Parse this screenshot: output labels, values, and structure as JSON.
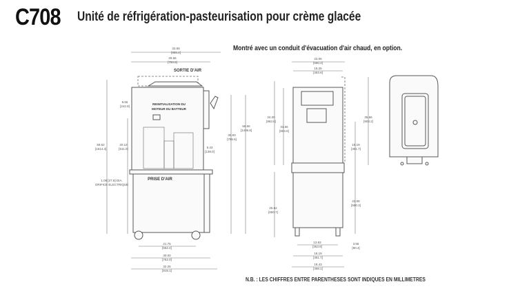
{
  "header": {
    "model": "C708",
    "title": "Unité de réfrigération-pasteurisation pour crème glacée"
  },
  "note": "Montré avec un conduit d'évacuation d'air chaud, en option.",
  "side_view": {
    "width_total": [
      "33.69",
      "[855.4]"
    ],
    "width_top": [
      "29.56",
      "[750.8]"
    ],
    "air_outlet": "SORTIE D'AIR",
    "reset_height": [
      "9.56",
      "[242.8]"
    ],
    "reset_label": [
      "REINITIALISATION DU",
      "MOTEUR DU BATTEUR"
    ],
    "height_total": [
      "59.62",
      "[1514.3]"
    ],
    "height_reset": [
      "20.12",
      "[511.0]"
    ],
    "height_spout_top": [
      "56.56",
      "[1436.6]"
    ],
    "height_spout": [
      "30.93",
      "[785.6]"
    ],
    "spout_offset": [
      "5.43",
      "[138.0]"
    ],
    "electrical": [
      "1.09 [27.8] DIA.",
      "ORIFICE ELECTRIQUE"
    ],
    "air_inlet": "PRISE D'AIR",
    "caster_width": [
      "21.75",
      "[552.4]"
    ],
    "cart_width": [
      "30.00",
      "[762.0]"
    ],
    "overall_width": [
      "32.25",
      "[819.1]"
    ]
  },
  "front_view": {
    "width_top": [
      "22.06",
      "[560.3]"
    ],
    "width_inner": [
      "18.25",
      "[463.6]"
    ],
    "height_left": [
      "34.00",
      "[863.6]"
    ],
    "height_left2": [
      "31.56",
      "[804.6]"
    ],
    "height_right": [
      "35.56",
      "[903.2]"
    ],
    "duct_height": [
      "18.19",
      "[461.7]"
    ],
    "cart_height": [
      "25.62",
      "[650.7]"
    ],
    "cart_right": [
      "22.06",
      "[560.3]"
    ],
    "caster_spacing": [
      "13.93",
      "[353.8]"
    ],
    "caster_height": [
      "3.56",
      "[90.4]"
    ],
    "base_width": [
      "18.19",
      "[461.7]"
    ],
    "overall_width": [
      "18.43",
      "[468.1]"
    ]
  },
  "footer": "N.B. : LES CHIFFRES ENTRE PARENTHESES SONT INDIQUES EN MILLIMETRES"
}
